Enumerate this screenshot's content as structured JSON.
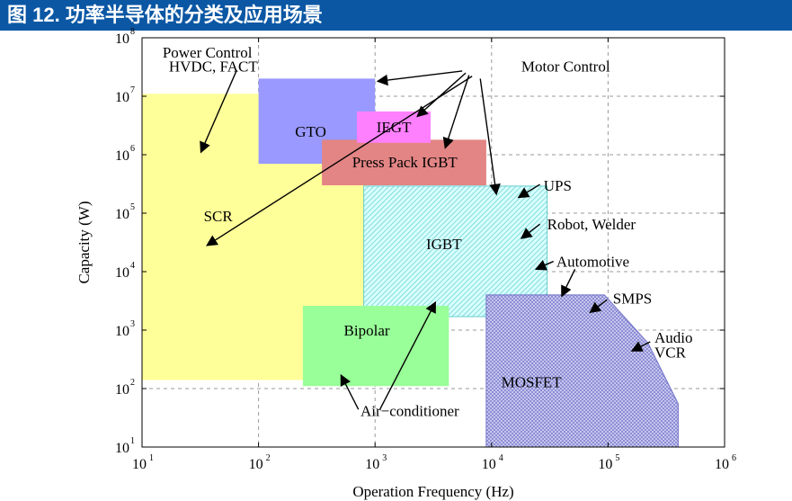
{
  "header": {
    "title": "图 12. 功率半导体的分类及应用场景"
  },
  "chart_data": {
    "type": "area",
    "xlabel": "Operation Frequency (Hz)",
    "ylabel": "Capacity (W)",
    "x_scale": "log",
    "y_scale": "log",
    "xlim": [
      10,
      1000000
    ],
    "ylim": [
      10,
      100000000
    ],
    "grid": true,
    "x_ticks": [
      {
        "value": 10,
        "base": "10",
        "exp": "1"
      },
      {
        "value": 100,
        "base": "10",
        "exp": "2"
      },
      {
        "value": 1000,
        "base": "10",
        "exp": "3"
      },
      {
        "value": 10000,
        "base": "10",
        "exp": "4"
      },
      {
        "value": 100000,
        "base": "10",
        "exp": "5"
      },
      {
        "value": 1000000,
        "base": "10",
        "exp": "6"
      }
    ],
    "y_ticks": [
      {
        "value": 10,
        "base": "10",
        "exp": "1"
      },
      {
        "value": 100,
        "base": "10",
        "exp": "2"
      },
      {
        "value": 1000,
        "base": "10",
        "exp": "3"
      },
      {
        "value": 10000,
        "base": "10",
        "exp": "4"
      },
      {
        "value": 100000,
        "base": "10",
        "exp": "5"
      },
      {
        "value": 1000000,
        "base": "10",
        "exp": "6"
      },
      {
        "value": 10000000,
        "base": "10",
        "exp": "7"
      },
      {
        "value": 100000000,
        "base": "10",
        "exp": "8"
      }
    ],
    "regions": [
      {
        "name": "SCR",
        "color": "#ffff99",
        "hatch": false,
        "polygon": [
          [
            10,
            140
          ],
          [
            10,
            11000000
          ],
          [
            850,
            11000000
          ],
          [
            850,
            140
          ]
        ],
        "label_at": [
          45,
          90000
        ]
      },
      {
        "name": "GTO",
        "color": "#9999ff",
        "hatch": false,
        "polygon": [
          [
            100,
            700000
          ],
          [
            100,
            20000000
          ],
          [
            1000,
            20000000
          ],
          [
            1000,
            700000
          ]
        ],
        "label_at": [
          280,
          2500000
        ]
      },
      {
        "name": "Press Pack IGBT",
        "color": "#e38585",
        "hatch": false,
        "polygon": [
          [
            350,
            300000
          ],
          [
            350,
            1800000
          ],
          [
            9000,
            1800000
          ],
          [
            9000,
            300000
          ]
        ],
        "label_at": [
          1800,
          750000
        ]
      },
      {
        "name": "IEGT",
        "color": "#ff80ff",
        "hatch": false,
        "polygon": [
          [
            700,
            1600000
          ],
          [
            700,
            5500000
          ],
          [
            3000,
            5500000
          ],
          [
            3000,
            1600000
          ]
        ],
        "label_at": [
          1450,
          3000000
        ]
      },
      {
        "name": "IGBT",
        "color": "#ccffff",
        "hatch": true,
        "polygon": [
          [
            800,
            1700
          ],
          [
            800,
            290000
          ],
          [
            30000,
            290000
          ],
          [
            30000,
            1700
          ]
        ],
        "label_at": [
          3900,
          30000
        ]
      },
      {
        "name": "Bipolar",
        "color": "#99ff99",
        "hatch": false,
        "polygon": [
          [
            240,
            110
          ],
          [
            240,
            2600
          ],
          [
            4300,
            2600
          ],
          [
            4300,
            110
          ]
        ],
        "label_at": [
          850,
          1000
        ]
      },
      {
        "name": "MOSFET",
        "color": "#c8c8f0",
        "hatch": true,
        "polygon": [
          [
            9000,
            10
          ],
          [
            9000,
            4000
          ],
          [
            93000,
            4000
          ],
          [
            220000,
            600
          ],
          [
            400000,
            55
          ],
          [
            400000,
            10
          ]
        ],
        "label_at": [
          22000,
          130
        ]
      }
    ],
    "annotations": [
      {
        "text": "Power Control",
        "at": [
          15,
          57000000
        ]
      },
      {
        "text": "HVDC, FACT",
        "at": [
          17,
          33000000
        ]
      },
      {
        "text": "Motor Control",
        "at": [
          18000,
          33000000
        ]
      },
      {
        "text": "UPS",
        "at": [
          28000,
          300000
        ]
      },
      {
        "text": "Robot, Welder",
        "at": [
          30000,
          65000
        ]
      },
      {
        "text": "Automotive",
        "at": [
          36000,
          15000
        ]
      },
      {
        "text": "SMPS",
        "at": [
          110000,
          3500
        ]
      },
      {
        "text": "Audio",
        "at": [
          250000,
          750
        ]
      },
      {
        "text": "VCR",
        "at": [
          250000,
          420
        ]
      },
      {
        "text": "Air−conditioner",
        "at": [
          750,
          42
        ]
      }
    ],
    "arrows": [
      {
        "from": [
          65,
          28000000
        ],
        "to": [
          32,
          1100000
        ]
      },
      {
        "from": [
          5600,
          27000000
        ],
        "to": [
          1050,
          18000000
        ]
      },
      {
        "from": [
          6000,
          25000000
        ],
        "to": [
          2300,
          4500000
        ]
      },
      {
        "from": [
          6400,
          23000000
        ],
        "to": [
          4000,
          1300000
        ]
      },
      {
        "from": [
          6800,
          22000000
        ],
        "to": [
          36,
          28000
        ]
      },
      {
        "from": [
          8000,
          20000000
        ],
        "to": [
          11000,
          210000
        ]
      },
      {
        "from": [
          26000,
          310000
        ],
        "to": [
          17000,
          185000
        ]
      },
      {
        "from": [
          26000,
          65000
        ],
        "to": [
          18000,
          37000
        ]
      },
      {
        "from": [
          34000,
          15000
        ],
        "to": [
          24000,
          11000
        ]
      },
      {
        "from": [
          52000,
          11000
        ],
        "to": [
          40000,
          3800
        ]
      },
      {
        "from": [
          98000,
          3300
        ],
        "to": [
          70000,
          2000
        ]
      },
      {
        "from": [
          230000,
          630
        ],
        "to": [
          160000,
          440
        ]
      },
      {
        "from": [
          720,
          44
        ],
        "to": [
          510,
          170
        ]
      },
      {
        "from": [
          1100,
          44
        ],
        "to": [
          3300,
          3000
        ]
      }
    ]
  }
}
